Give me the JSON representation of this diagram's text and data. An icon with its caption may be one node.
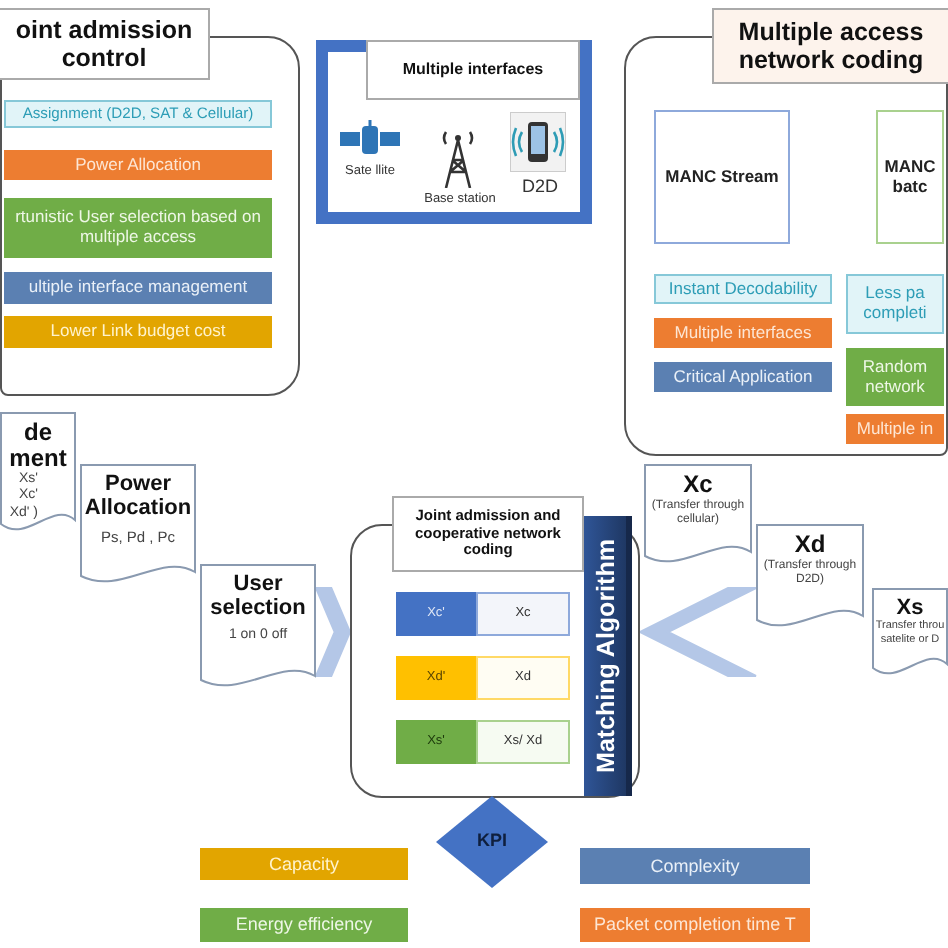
{
  "diagram": {
    "nodes": [
      {
        "text": [
          "oint admission control"
        ]
      },
      {
        "text": [
          "Assignment (D2D, SAT & Cellular)"
        ],
        "in": 0
      },
      {
        "text": [
          "Power Allocation"
        ],
        "in": 0
      },
      {
        "text": [
          "rtunistic User selection based on multiple access"
        ],
        "in": 0
      },
      {
        "text": [
          "ultiple interface management"
        ],
        "in": 0
      },
      {
        "text": [
          "Lower Link budget cost"
        ],
        "in": 0
      },
      {
        "text": [
          "Multiple interfaces",
          "Sate llite",
          "Base station",
          "D2D"
        ]
      },
      {
        "text": [
          "Multiple access network coding"
        ]
      },
      {
        "text": [
          "MANC Stream"
        ],
        "in": 7
      },
      {
        "text": [
          "MANC batc"
        ],
        "in": 7
      },
      {
        "text": [
          "Instant Decodability"
        ],
        "in": 7
      },
      {
        "text": [
          "Multiple interfaces"
        ],
        "in": 7
      },
      {
        "text": [
          "Critical Application"
        ],
        "in": 7
      },
      {
        "text": [
          "Less pa completi"
        ],
        "in": 7
      },
      {
        "text": [
          "Random network"
        ],
        "in": 7
      },
      {
        "text": [
          "Multiple in"
        ],
        "in": 7
      },
      {
        "text": [
          "de ment",
          "Xs' Xc' Xd' )"
        ]
      },
      {
        "text": [
          "Power Allocation",
          "Ps, Pd , Pc"
        ]
      },
      {
        "text": [
          "User selection",
          "1 on 0 off"
        ]
      },
      {
        "text": [
          "Xc",
          "(Transfer through cellular)"
        ]
      },
      {
        "text": [
          "Xd",
          "(Transfer through D2D)"
        ]
      },
      {
        "text": [
          "Xs",
          "Transfer throu satelite or D"
        ]
      },
      {
        "text": [
          "Joint admission and cooperative network coding"
        ]
      },
      {
        "text": [
          "Xc'"
        ],
        "in": 22
      },
      {
        "text": [
          "Xc"
        ],
        "in": 22
      },
      {
        "text": [
          "Xd'"
        ],
        "in": 22
      },
      {
        "text": [
          "Xd"
        ],
        "in": 22
      },
      {
        "text": [
          "Xs'"
        ],
        "in": 22
      },
      {
        "text": [
          "Xs/ Xd"
        ],
        "in": 22
      },
      {
        "text": [
          "Matching Algorithm"
        ],
        "in": 22
      },
      {
        "text": [
          "KPI"
        ]
      },
      {
        "text": [
          "Capacity"
        ]
      },
      {
        "text": [
          "Complexity"
        ]
      },
      {
        "text": [
          "Energy efficiency"
        ]
      },
      {
        "text": [
          "Packet completion time T"
        ]
      }
    ],
    "edges": [
      {
        "from": 18,
        "to": 22,
        "arrow": "to"
      },
      {
        "from": 20,
        "to": 22,
        "arrow": "to"
      }
    ]
  }
}
